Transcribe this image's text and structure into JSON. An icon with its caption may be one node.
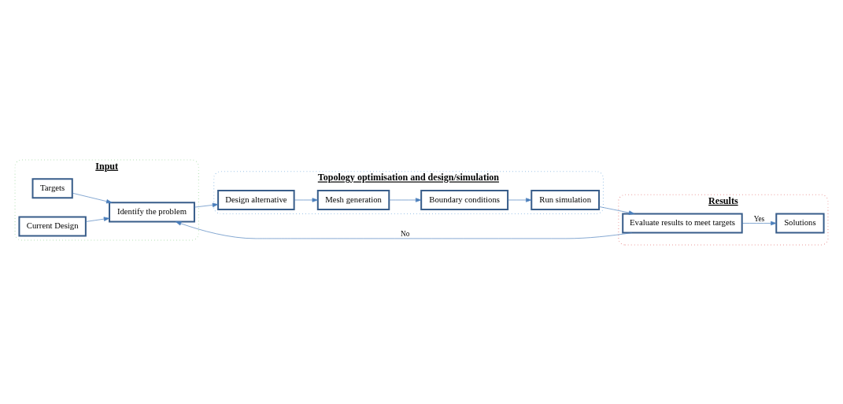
{
  "diagram": {
    "nodes": [
      {
        "text": [
          "Input"
        ]
      },
      {
        "text": [
          "Targets"
        ],
        "in": 0
      },
      {
        "text": [
          "Current Design"
        ],
        "in": 0
      },
      {
        "text": [
          "Identify the problem"
        ],
        "in": 0
      },
      {
        "text": [
          "Topology optimisation and design/simulation"
        ]
      },
      {
        "text": [
          "Design alternative"
        ],
        "in": 4
      },
      {
        "text": [
          "Mesh generation"
        ],
        "in": 4
      },
      {
        "text": [
          "Boundary conditions"
        ],
        "in": 4
      },
      {
        "text": [
          "Run simulation"
        ],
        "in": 4
      },
      {
        "text": [
          "Results"
        ]
      },
      {
        "text": [
          "Solutions"
        ],
        "in": 9
      },
      {
        "text": [
          "Evaluate results to meet targets"
        ],
        "in": 9
      }
    ],
    "edges": [
      {
        "from": 1,
        "to": 3,
        "arrow": "to"
      },
      {
        "from": 2,
        "to": 3,
        "arrow": "to"
      },
      {
        "from": 3,
        "to": 5,
        "arrow": "to"
      },
      {
        "from": 5,
        "to": 6,
        "arrow": "to"
      },
      {
        "from": 6,
        "to": 7,
        "arrow": "to"
      },
      {
        "from": 7,
        "to": 8,
        "arrow": "to"
      },
      {
        "from": 8,
        "to": 11,
        "arrow": "to"
      },
      {
        "from": 11,
        "to": 10,
        "arrow": "to",
        "label": "Yes"
      },
      {
        "from": 11,
        "to": 3,
        "arrow": "to",
        "label": "No"
      }
    ]
  }
}
